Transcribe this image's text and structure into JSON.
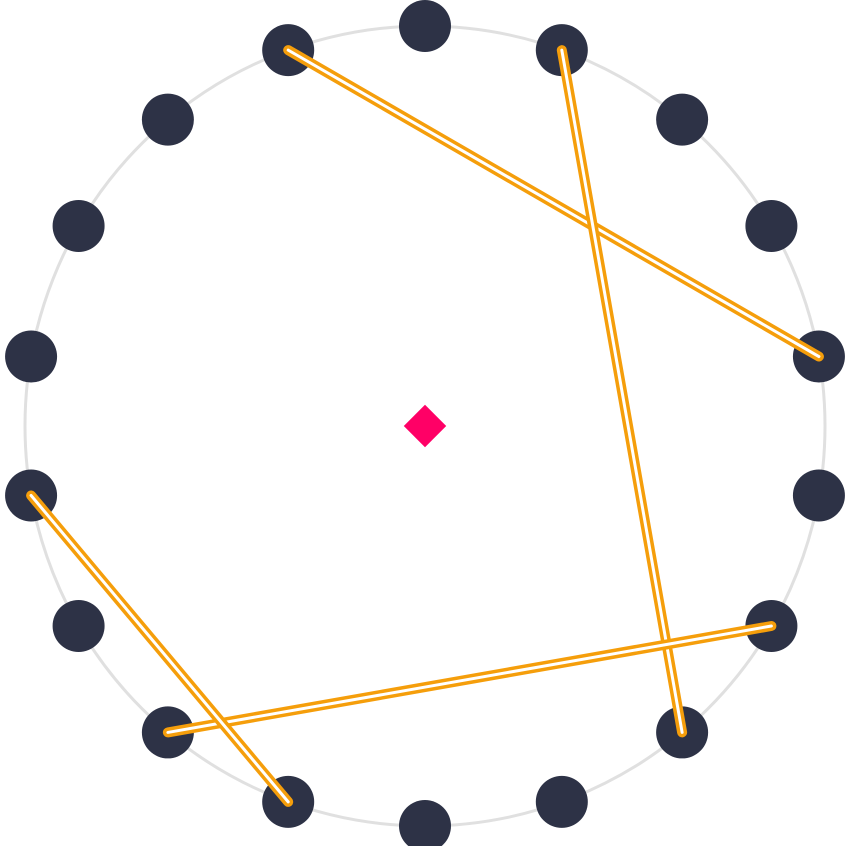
{
  "colors": {
    "background": "#ffffff",
    "ring": "#e0e0e0",
    "node": "#2d3246",
    "chord_outer": "#f59e0b",
    "chord_inner": "#ffffff",
    "center_marker": "#ff0066"
  },
  "board": {
    "node_count": 18,
    "center_marker_icon": "diamond-icon"
  },
  "connections": [
    {
      "from": 17,
      "to": 4
    },
    {
      "from": 1,
      "to": 7
    },
    {
      "from": 6,
      "to": 11
    },
    {
      "from": 13,
      "to": 10
    }
  ]
}
